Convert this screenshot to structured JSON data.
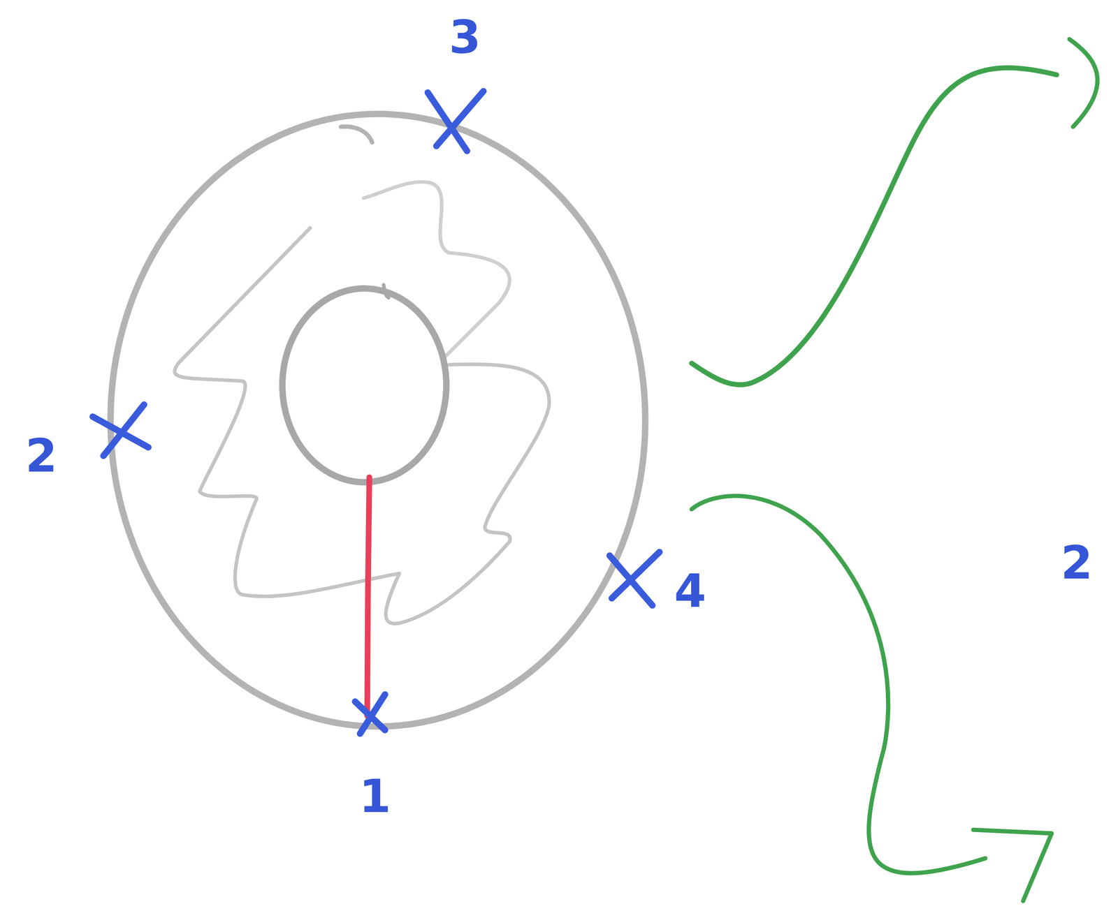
{
  "diagram": {
    "labels": [
      "3",
      "2",
      "2",
      "4",
      "1"
    ]
  }
}
